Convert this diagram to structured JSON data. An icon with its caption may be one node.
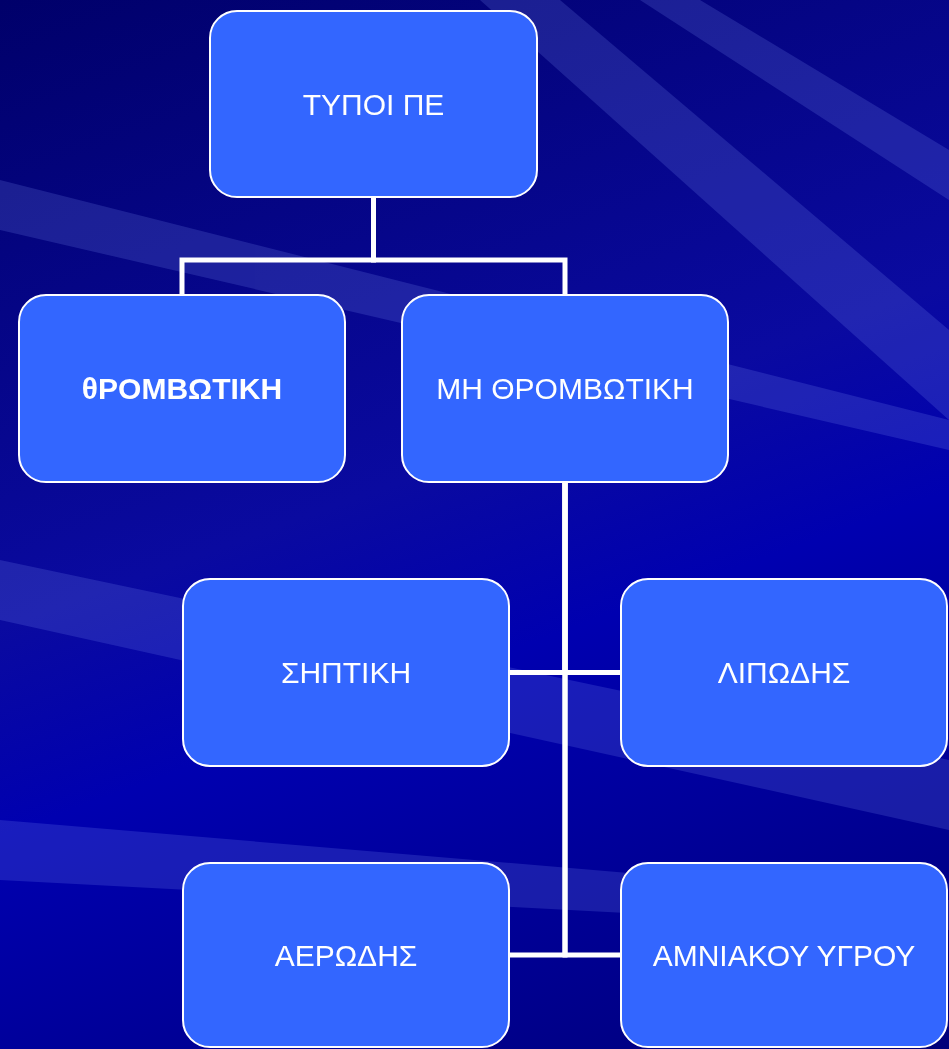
{
  "diagram": {
    "nodes": [
      {
        "text": [
          "ΤΥΠΟΙ ΠΕ"
        ]
      },
      {
        "text": [
          "θΡΟΜΒΩΤΙΚΗ"
        ]
      },
      {
        "text": [
          "ΜΗ ΘΡΟΜΒΩΤΙΚΗ"
        ]
      },
      {
        "text": [
          "ΣΗΠΤΙΚΗ"
        ]
      },
      {
        "text": [
          "ΛΙΠΩΔΗΣ"
        ]
      },
      {
        "text": [
          "ΑΕΡΩΔΗΣ"
        ]
      },
      {
        "text": [
          "ΑΜΝΙΑΚΟΥ ΥΓΡΟΥ"
        ]
      }
    ],
    "edges": [
      {
        "from": 0,
        "to": 1,
        "arrow": "none"
      },
      {
        "from": 0,
        "to": 2,
        "arrow": "none"
      },
      {
        "from": 2,
        "to": 3,
        "arrow": "none"
      },
      {
        "from": 2,
        "to": 4,
        "arrow": "none"
      },
      {
        "from": 2,
        "to": 5,
        "arrow": "none"
      },
      {
        "from": 2,
        "to": 6,
        "arrow": "none"
      }
    ]
  }
}
